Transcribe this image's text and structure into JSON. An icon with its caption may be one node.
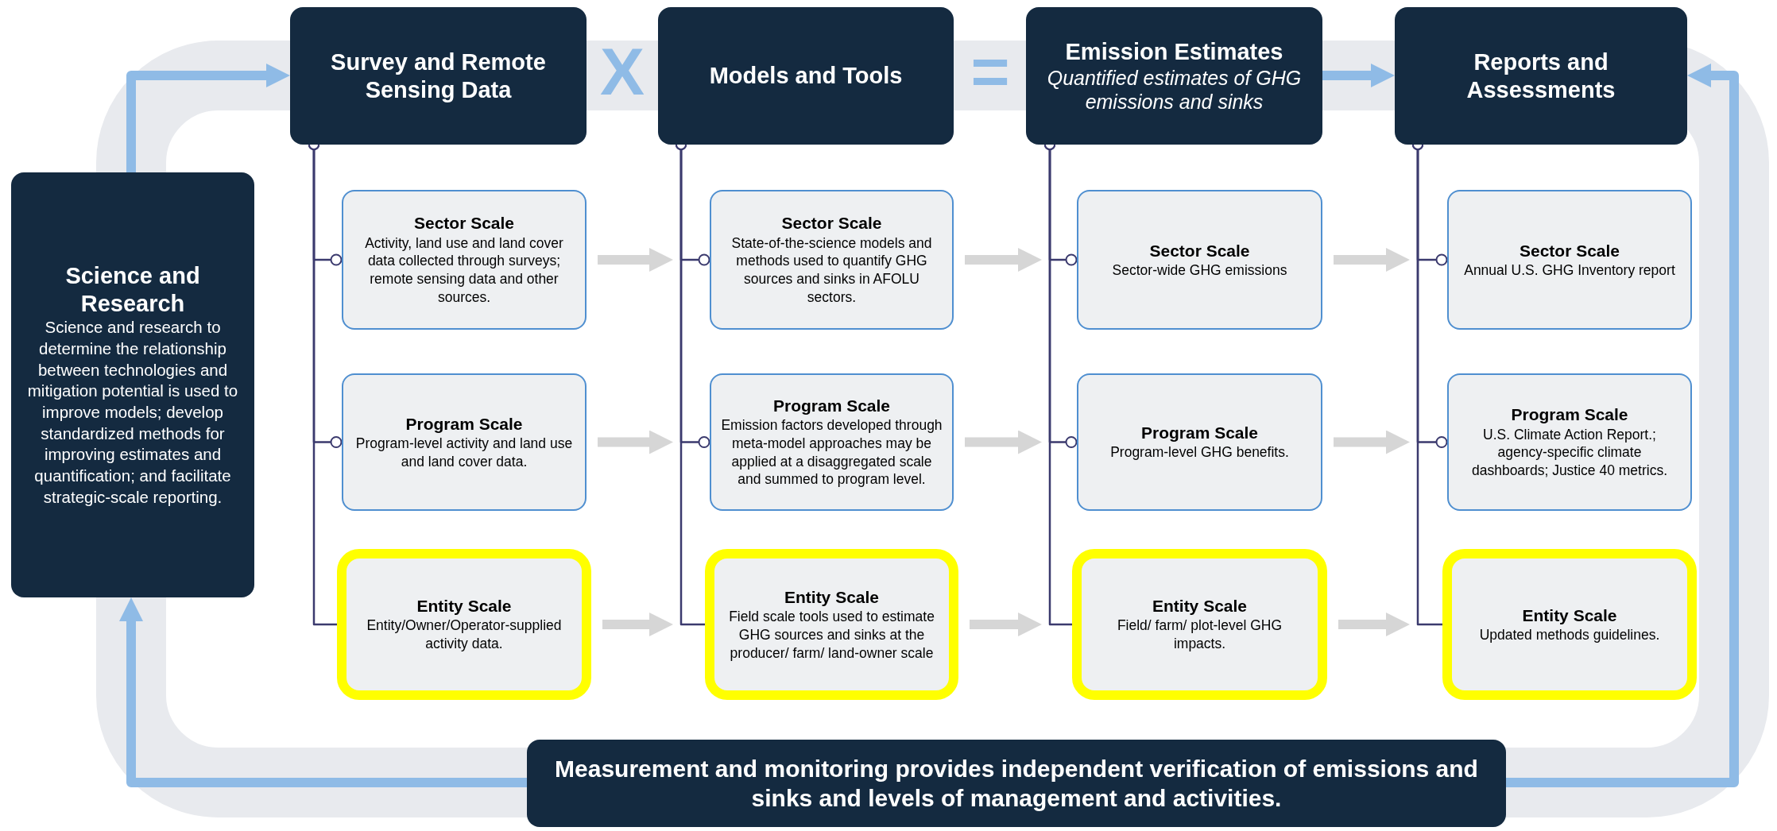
{
  "diagram": {
    "nodes": [
      {
        "text": [
          "Science and Research",
          "Science and research to determine the relationship between technologies and mitigation potential is used to improve models; develop standardized methods for improving estimates and quantification; and facilitate strategic-scale reporting."
        ]
      },
      {
        "text": [
          "Survey and Remote Sensing Data"
        ]
      },
      {
        "text": [
          "Models and Tools"
        ]
      },
      {
        "text": [
          "Emission Estimates",
          "Quantified estimates of GHG emissions and sinks"
        ]
      },
      {
        "text": [
          "Reports and Assessments"
        ]
      },
      {
        "text": [
          "Sector Scale",
          "Activity, land use and land cover data collected through surveys; remote sensing data and other sources."
        ]
      },
      {
        "text": [
          "Program Scale",
          "Program-level activity and land use and land cover data."
        ]
      },
      {
        "text": [
          "Entity Scale",
          "Entity/Owner/Operator-supplied activity data."
        ]
      },
      {
        "text": [
          "Sector Scale",
          "State-of-the-science models and methods used to quantify GHG sources and sinks in AFOLU sectors."
        ]
      },
      {
        "text": [
          "Program Scale",
          "Emission factors developed through meta-model approaches may be applied at a disaggregated scale and summed to program level."
        ]
      },
      {
        "text": [
          "Entity Scale",
          "Field scale tools used to estimate GHG sources and sinks at the producer/ farm/ land-owner scale"
        ]
      },
      {
        "text": [
          "Sector Scale",
          "Sector-wide GHG emissions"
        ]
      },
      {
        "text": [
          "Program Scale",
          "Program-level GHG benefits."
        ]
      },
      {
        "text": [
          "Entity Scale",
          "Field/ farm/ plot-level GHG impacts."
        ]
      },
      {
        "text": [
          "Sector Scale",
          "Annual U.S. GHG Inventory report"
        ]
      },
      {
        "text": [
          "Program Scale",
          "U.S. Climate Action Report.; agency-specific climate dashboards; Justice 40 metrics."
        ]
      },
      {
        "text": [
          "Entity Scale",
          "Updated methods guidelines."
        ]
      },
      {
        "text": [
          "Measurement and monitoring provides independent verification of emissions and sinks and levels of management and activities."
        ]
      }
    ],
    "edges": [
      {
        "from": 17,
        "to": 0,
        "arrow": "to",
        "color": "#8fbbe6"
      },
      {
        "from": 0,
        "to": 1,
        "arrow": "to",
        "color": "#8fbbe6"
      },
      {
        "from": 3,
        "to": 4,
        "arrow": "to",
        "color": "#8fbbe6"
      },
      {
        "from": 17,
        "to": 4,
        "arrow": "to",
        "color": "#8fbbe6"
      },
      {
        "from": 1,
        "to": 5,
        "arrow": "other"
      },
      {
        "from": 1,
        "to": 6,
        "arrow": "other"
      },
      {
        "from": 1,
        "to": 7,
        "arrow": "other"
      },
      {
        "from": 2,
        "to": 8,
        "arrow": "other"
      },
      {
        "from": 2,
        "to": 9,
        "arrow": "other"
      },
      {
        "from": 2,
        "to": 10,
        "arrow": "other"
      },
      {
        "from": 3,
        "to": 11,
        "arrow": "other"
      },
      {
        "from": 3,
        "to": 12,
        "arrow": "other"
      },
      {
        "from": 3,
        "to": 13,
        "arrow": "other"
      },
      {
        "from": 4,
        "to": 14,
        "arrow": "other"
      },
      {
        "from": 4,
        "to": 15,
        "arrow": "other"
      },
      {
        "from": 4,
        "to": 16,
        "arrow": "other"
      },
      {
        "from": 5,
        "to": 8,
        "arrow": "to",
        "color": "#d6d6d6"
      },
      {
        "from": 8,
        "to": 11,
        "arrow": "to",
        "color": "#d6d6d6"
      },
      {
        "from": 11,
        "to": 14,
        "arrow": "to",
        "color": "#d6d6d6"
      },
      {
        "from": 6,
        "to": 9,
        "arrow": "to",
        "color": "#d6d6d6"
      },
      {
        "from": 9,
        "to": 12,
        "arrow": "to",
        "color": "#d6d6d6"
      },
      {
        "from": 12,
        "to": 15,
        "arrow": "to",
        "color": "#d6d6d6"
      },
      {
        "from": 7,
        "to": 10,
        "arrow": "to",
        "color": "#d6d6d6"
      },
      {
        "from": 10,
        "to": 13,
        "arrow": "to",
        "color": "#d6d6d6"
      },
      {
        "from": 13,
        "to": 16,
        "arrow": "to",
        "color": "#d6d6d6"
      }
    ],
    "labels": [
      "X",
      "="
    ]
  }
}
